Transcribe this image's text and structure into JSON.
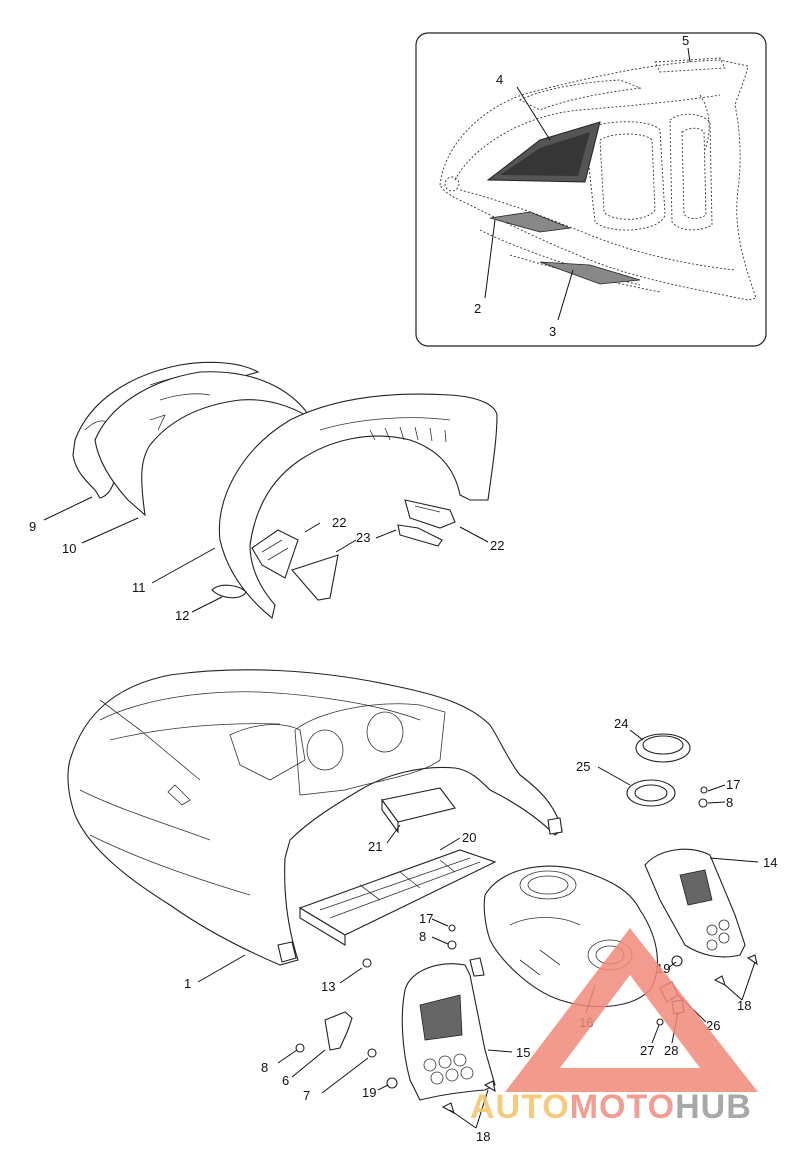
{
  "callouts": [
    {
      "id": "c1",
      "label": "1"
    },
    {
      "id": "c2",
      "label": "2"
    },
    {
      "id": "c3",
      "label": "3"
    },
    {
      "id": "c4",
      "label": "4"
    },
    {
      "id": "c5",
      "label": "5"
    },
    {
      "id": "c6",
      "label": "6"
    },
    {
      "id": "c7",
      "label": "7"
    },
    {
      "id": "c8a",
      "label": "8"
    },
    {
      "id": "c8b",
      "label": "8"
    },
    {
      "id": "c8c",
      "label": "8"
    },
    {
      "id": "c9",
      "label": "9"
    },
    {
      "id": "c10",
      "label": "10"
    },
    {
      "id": "c11",
      "label": "11"
    },
    {
      "id": "c12",
      "label": "12"
    },
    {
      "id": "c13",
      "label": "13"
    },
    {
      "id": "c14",
      "label": "14"
    },
    {
      "id": "c15",
      "label": "15"
    },
    {
      "id": "c16",
      "label": "16"
    },
    {
      "id": "c17a",
      "label": "17"
    },
    {
      "id": "c17b",
      "label": "17"
    },
    {
      "id": "c18a",
      "label": "18"
    },
    {
      "id": "c18b",
      "label": "18"
    },
    {
      "id": "c19a",
      "label": "19"
    },
    {
      "id": "c19b",
      "label": "19"
    },
    {
      "id": "c20",
      "label": "20"
    },
    {
      "id": "c21",
      "label": "21"
    },
    {
      "id": "c22a",
      "label": "22"
    },
    {
      "id": "c22b",
      "label": "22"
    },
    {
      "id": "c23",
      "label": "23"
    },
    {
      "id": "c24",
      "label": "24"
    },
    {
      "id": "c25",
      "label": "25"
    },
    {
      "id": "c26",
      "label": "26"
    },
    {
      "id": "c27",
      "label": "27"
    },
    {
      "id": "c28",
      "label": "28"
    }
  ],
  "watermark": {
    "part1": "AUTO",
    "part2": "MOTO",
    "part3": "HUB",
    "color_auto": "#f5c26b",
    "color_moto": "#ef8c80",
    "color_hub": "#9a9a9a",
    "triangle_color": "#f08a7a"
  }
}
